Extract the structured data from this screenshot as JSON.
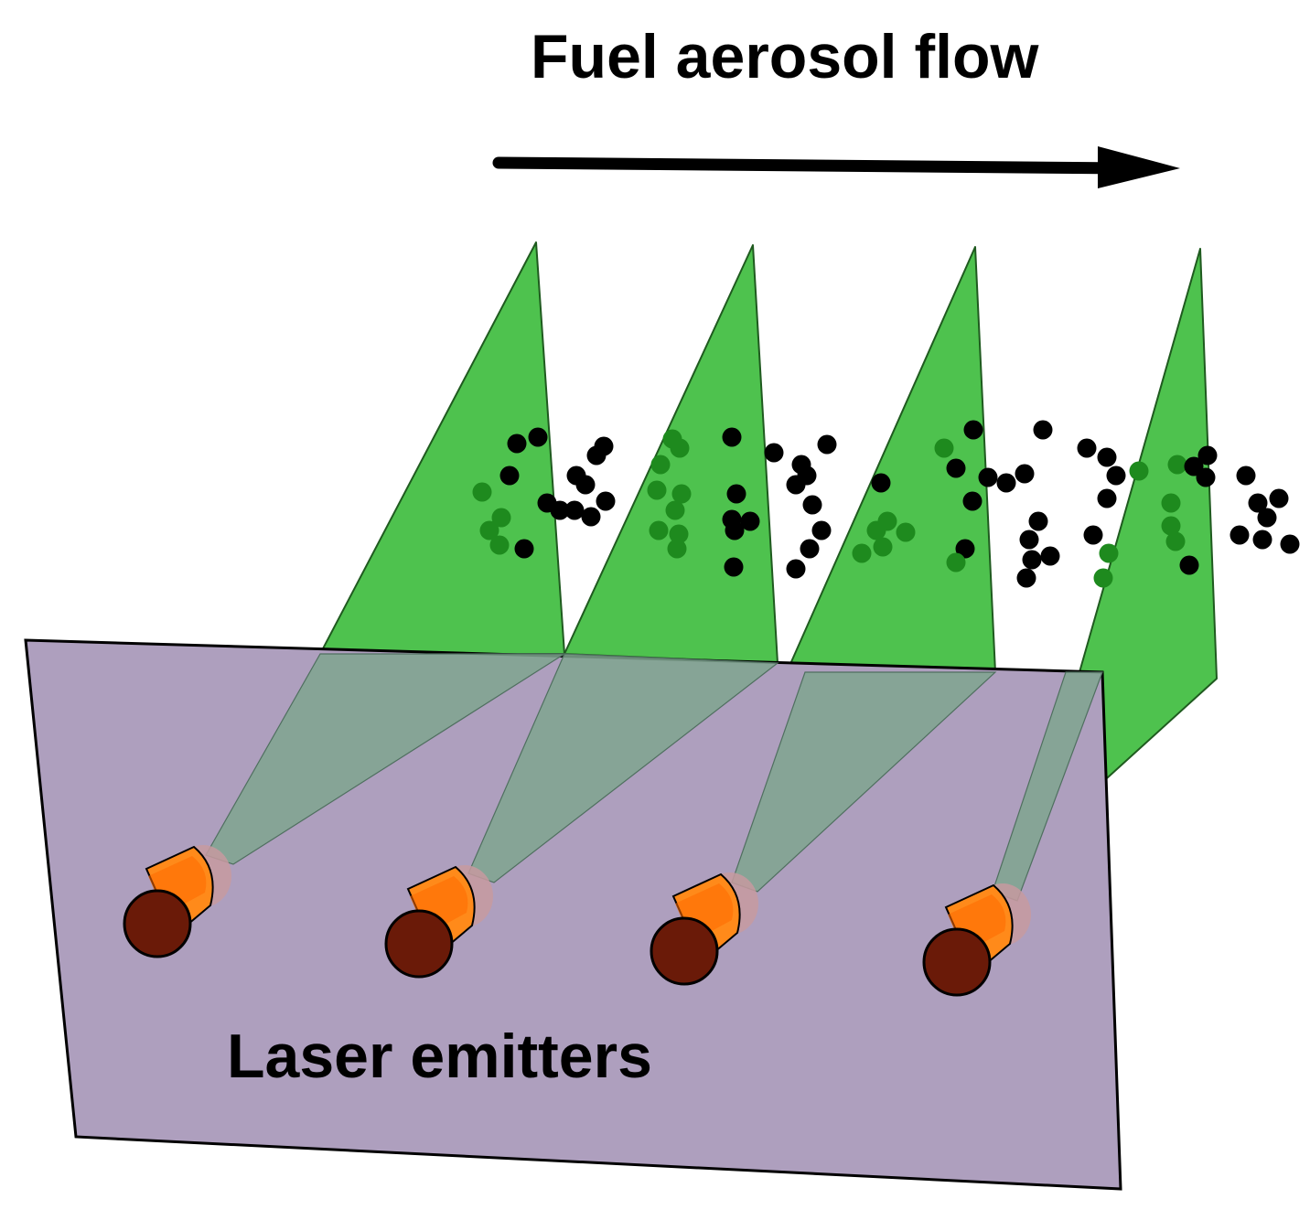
{
  "title": "Fuel aerosol flow",
  "panel_label": "Laser emitters",
  "colors": {
    "laser_sheet": "#4ec24e",
    "laser_sheet_stroke": "#1f5a1f",
    "panel": "#ae9fbe",
    "beam": "#7fa48f",
    "emitter_face": "#6a1a08",
    "emitter_band": "#ff8a1a",
    "emitter_band_dark": "#ff6a00",
    "emitter_cap": "#c79aa0",
    "droplet": "#000000",
    "droplet_in_sheet": "#1e8a1e",
    "arrow": "#000000"
  },
  "icons": {
    "flow_direction": "arrow-right-icon",
    "emitter": "laser-emitter-icon",
    "droplet": "droplet-dot-icon"
  },
  "emitter_count": 4,
  "laser_sheet_count": 4
}
